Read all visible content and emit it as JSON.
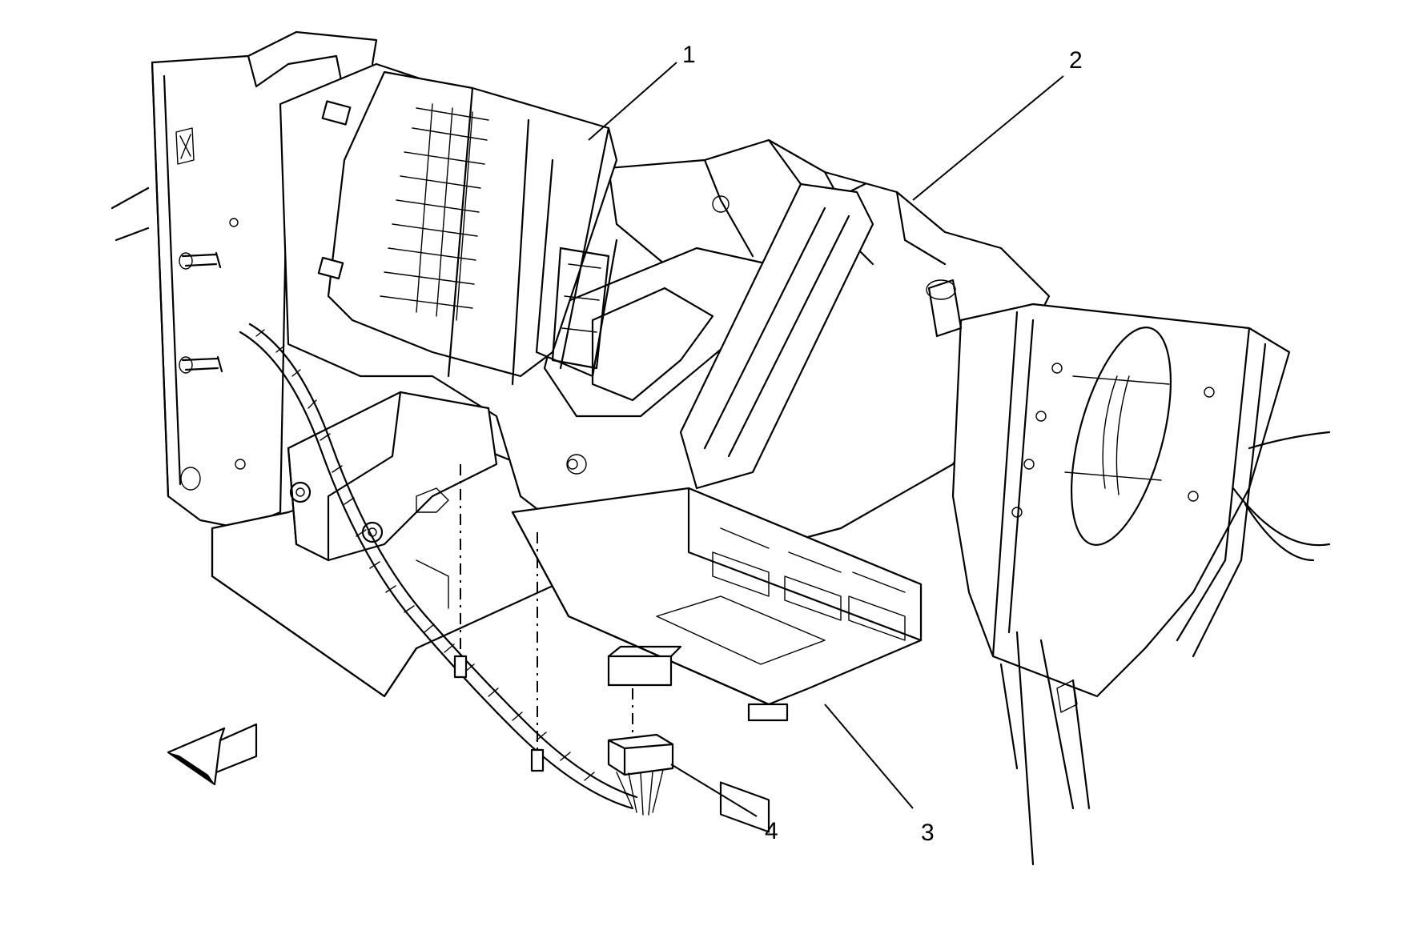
{
  "callouts": [
    {
      "id": "1",
      "label": "1"
    },
    {
      "id": "2",
      "label": "2"
    },
    {
      "id": "3",
      "label": "3"
    },
    {
      "id": "4",
      "label": "4"
    }
  ],
  "icons": {
    "orientation_arrow": "arrow-front-icon"
  }
}
